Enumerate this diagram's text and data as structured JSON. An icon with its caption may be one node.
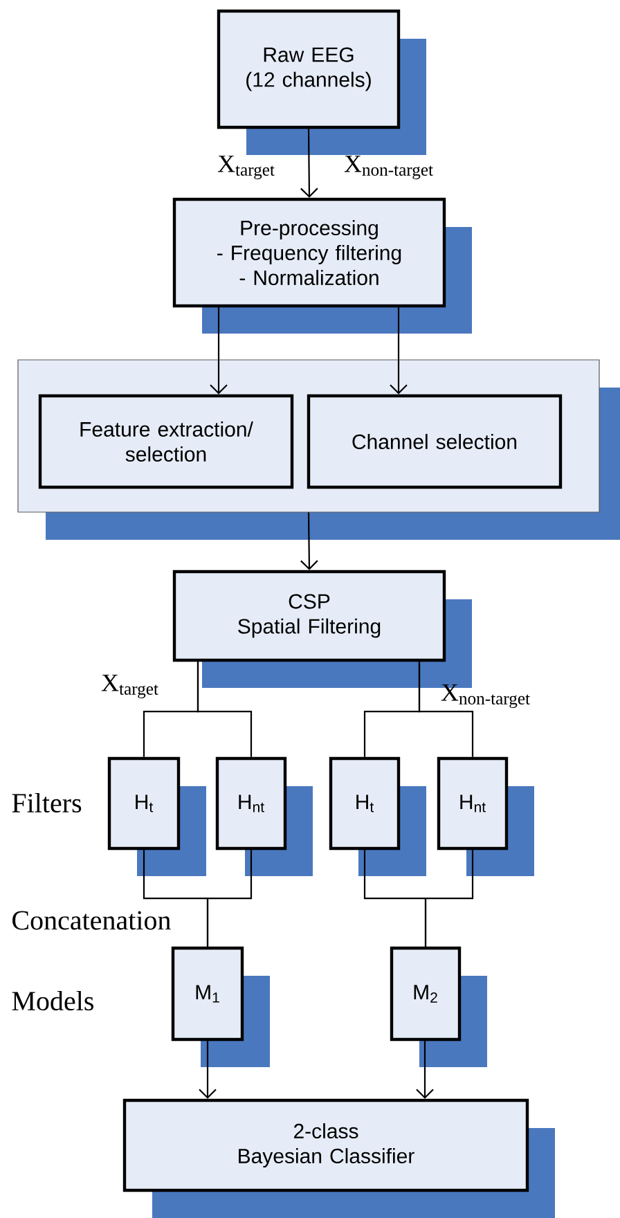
{
  "diagram": {
    "nodes": [
      {
        "text": [
          "Raw EEG",
          "(12 channels)"
        ]
      },
      {
        "text": [
          "Pre-processing",
          "- Frequency filtering",
          "- Normalization"
        ]
      },
      {
        "text": [],
        "shape": "box"
      },
      {
        "text": [
          "Feature extraction/ selection"
        ],
        "in": 2
      },
      {
        "text": [
          "Channel selection"
        ],
        "in": 2
      },
      {
        "text": [
          "CSP",
          "Spatial Filtering"
        ]
      },
      {
        "text": [
          "H$_{t}$"
        ]
      },
      {
        "text": [
          "H$_{nt}$"
        ]
      },
      {
        "text": [
          "H$_{t}$"
        ]
      },
      {
        "text": [
          "H$_{nt}$"
        ]
      },
      {
        "text": [
          "M$_{1}$"
        ]
      },
      {
        "text": [
          "M$_{2}$"
        ]
      },
      {
        "text": [
          "2-class",
          "Bayesian Classifier"
        ]
      }
    ],
    "edges": [
      {
        "from": 0,
        "to": 1,
        "arrow": "to"
      },
      {
        "from": 1,
        "to": 3,
        "arrow": "to"
      },
      {
        "from": 1,
        "to": 4,
        "arrow": "to"
      },
      {
        "from": 2,
        "to": 5,
        "arrow": "to"
      },
      {
        "from": 5,
        "to": 6,
        "arrow": "none"
      },
      {
        "from": 5,
        "to": 7,
        "arrow": "none"
      },
      {
        "from": 5,
        "to": 8,
        "arrow": "none"
      },
      {
        "from": 5,
        "to": 9,
        "arrow": "none"
      },
      {
        "from": 6,
        "to": 10,
        "arrow": "none"
      },
      {
        "from": 7,
        "to": 10,
        "arrow": "none"
      },
      {
        "from": 8,
        "to": 11,
        "arrow": "none"
      },
      {
        "from": 9,
        "to": 11,
        "arrow": "none"
      },
      {
        "from": 10,
        "to": 12,
        "arrow": "to"
      },
      {
        "from": 11,
        "to": 12,
        "arrow": "to"
      }
    ],
    "labels": [
      "\\text{X}_{\\text{target}}",
      "\\text{X}_{\\text{non-target}}",
      "\\text{X}_{\\text{target}}",
      "\\text{X}_{\\text{non-target}}",
      "Filters",
      "Concatenation",
      "Models"
    ]
  }
}
